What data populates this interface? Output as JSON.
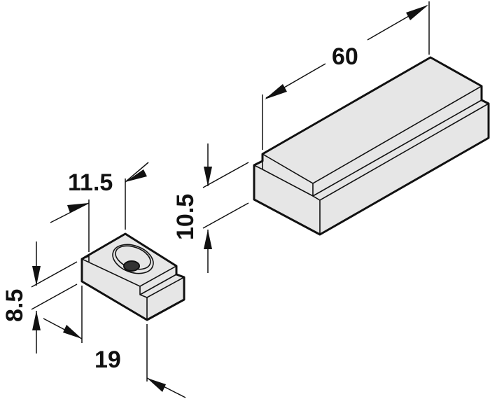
{
  "dimensions": {
    "length_large": "60",
    "height_large": "10.5",
    "width_small": "11.5",
    "height_small": "8.5",
    "length_small": "19"
  },
  "colors": {
    "part_fill": "#e6e6e6",
    "line": "#111111"
  }
}
